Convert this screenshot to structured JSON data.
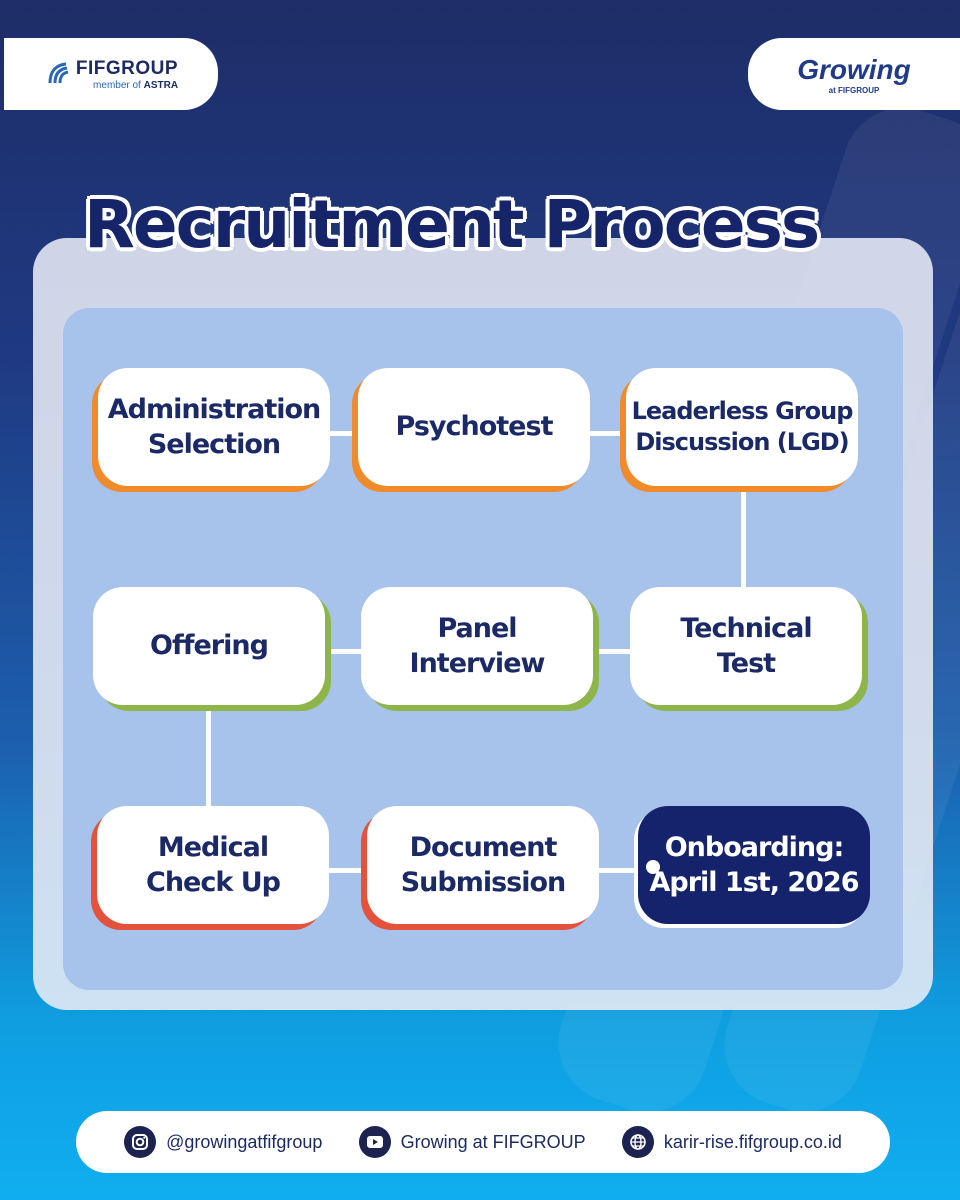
{
  "header": {
    "left_brand": "FIFGROUP",
    "left_sub_prefix": "member of",
    "left_sub_bold": "ASTRA",
    "right_brand": "Growing",
    "right_sub": "at FIFGROUP"
  },
  "title": "Recruitment Process",
  "steps": {
    "administration": "Administration\nSelection",
    "psychotest": "Psychotest",
    "lgd": "Leaderless Group\nDiscussion (LGD)",
    "technical": "Technical\nTest",
    "panel": "Panel\nInterview",
    "offering": "Offering",
    "medical": "Medical\nCheck Up",
    "document": "Document\nSubmission",
    "onboarding": "Onboarding:\nApril 1st, 2026"
  },
  "colors": {
    "orange": "#f08a2a",
    "green": "#8eb54a",
    "red": "#e5513a",
    "navy": "#14236b"
  },
  "footer": {
    "instagram": "@growingatfifgroup",
    "youtube": "Growing at FIFGROUP",
    "website": "karir-rise.fifgroup.co.id"
  }
}
